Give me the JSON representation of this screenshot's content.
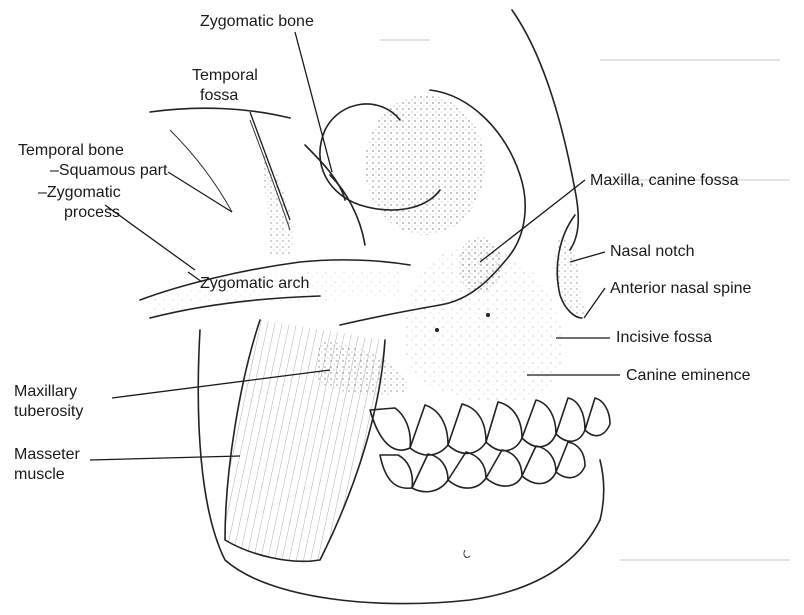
{
  "labels": {
    "zygomatic_bone": "Zygomatic bone",
    "temporal_fossa_1": "Temporal",
    "temporal_fossa_2": "fossa",
    "temporal_bone": "Temporal bone",
    "squamous_part": "–Squamous part",
    "zygomatic_process_1": "–Zygomatic",
    "zygomatic_process_2": "process",
    "zygomatic_arch": "Zygomatic arch",
    "maxilla_canine_fossa": "Maxilla, canine fossa",
    "nasal_notch": "Nasal notch",
    "anterior_nasal_spine": "Anterior nasal spine",
    "incisive_fossa": "Incisive fossa",
    "canine_eminence": "Canine eminence",
    "maxillary_tuberosity_1": "Maxillary",
    "maxillary_tuberosity_2": "tuberosity",
    "masseter_muscle_1": "Masseter",
    "masseter_muscle_2": "muscle"
  }
}
